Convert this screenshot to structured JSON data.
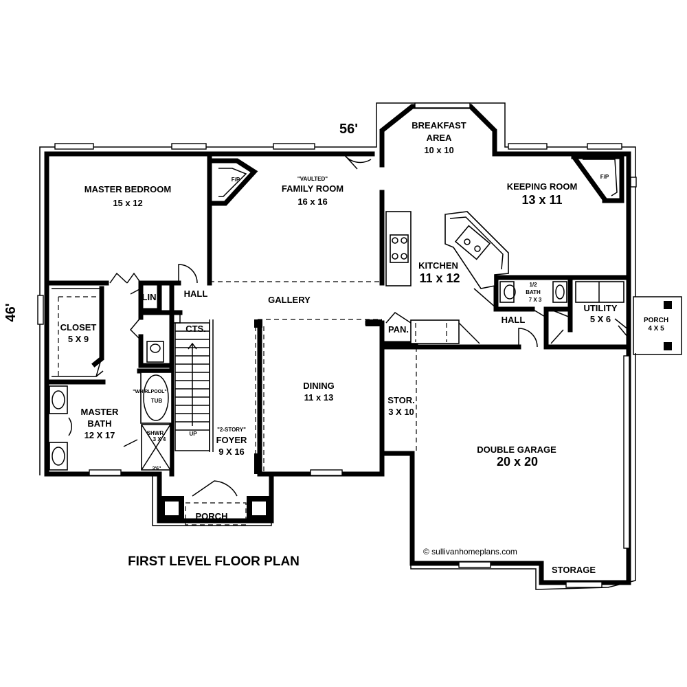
{
  "plan": {
    "title": "FIRST LEVEL FLOOR PLAN",
    "width_dim": "56'",
    "depth_dim": "46'",
    "copyright": "© sullivanhomeplans.com"
  },
  "rooms": {
    "master_bedroom": {
      "name": "MASTER BEDROOM",
      "size": "15 x 12"
    },
    "family_room": {
      "note": "\"VAULTED\"",
      "name": "FAMILY ROOM",
      "size": "16 x 16"
    },
    "breakfast": {
      "name1": "BREAKFAST",
      "name2": "AREA",
      "size": "10 x 10"
    },
    "keeping_room": {
      "name": "KEEPING ROOM",
      "size": "13 x 11"
    },
    "kitchen": {
      "name": "KITCHEN",
      "size": "11 x 12"
    },
    "closet": {
      "name": "CLOSET",
      "size": "5 X 9"
    },
    "master_bath": {
      "name1": "MASTER",
      "name2": "BATH",
      "size": "12 X 17"
    },
    "lin": {
      "name": "LIN"
    },
    "hall_left": {
      "name": "HALL"
    },
    "gallery": {
      "name": "GALLERY"
    },
    "cts": {
      "name": "CTS."
    },
    "foyer": {
      "note": "\"2-STORY\"",
      "name": "FOYER",
      "size": "9 X 16"
    },
    "dining": {
      "name": "DINING",
      "size": "11 x 13"
    },
    "pan": {
      "name": "PAN."
    },
    "storage_small": {
      "name": "STOR.",
      "size": "3 X 10"
    },
    "half_bath": {
      "name1": "1/2",
      "name2": "BATH",
      "size": "7 X 3"
    },
    "hall_right": {
      "name": "HALL"
    },
    "utility": {
      "name": "UTILITY",
      "size": "5 X 6"
    },
    "porch_side": {
      "name": "PORCH",
      "size": "4 X 5"
    },
    "garage": {
      "name": "DOUBLE GARAGE",
      "size": "20 x 20"
    },
    "storage_garage": {
      "name": "STORAGE"
    },
    "porch_front": {
      "name": "PORCH"
    }
  },
  "fixtures": {
    "fireplace_left": "F/P",
    "fireplace_right": "F/P",
    "whirlpool_note": "\"WHIRLPOOL\"",
    "whirlpool_tub": "TUB",
    "shower": "SHWR.",
    "shower_size": "3 X 4",
    "stair_up": "UP",
    "tub_code": "3'6\""
  }
}
